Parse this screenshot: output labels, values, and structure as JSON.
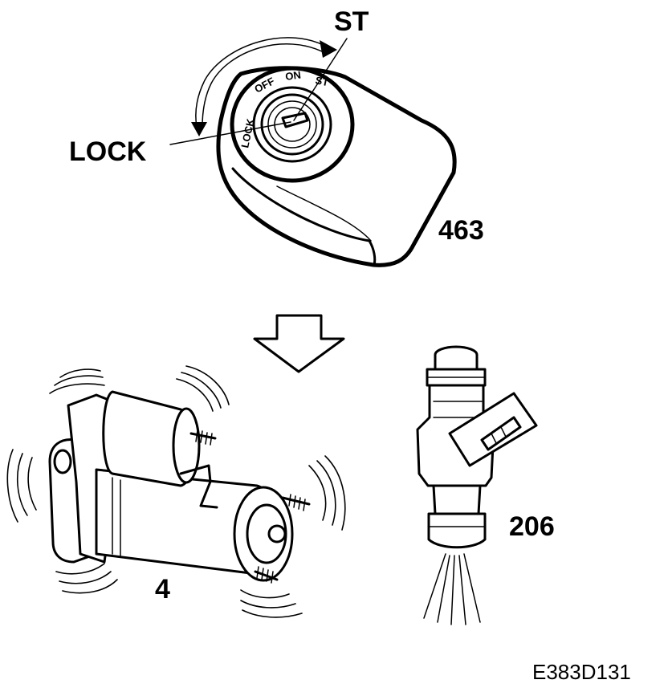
{
  "labels": {
    "st": "ST",
    "lock": "LOCK",
    "switch_number": "463",
    "starter_number": "4",
    "injector_number": "206",
    "figure_ref": "E383D131"
  },
  "ignition_ring": {
    "off": "OFF",
    "on": "ON",
    "lock": "LOCK"
  },
  "icons": [
    "rotation-arrow-icon",
    "down-arrow-icon",
    "vibration-lines-icon",
    "fuel-spray-icon"
  ],
  "colors": {
    "ink": "#000000",
    "paper": "#ffffff"
  }
}
